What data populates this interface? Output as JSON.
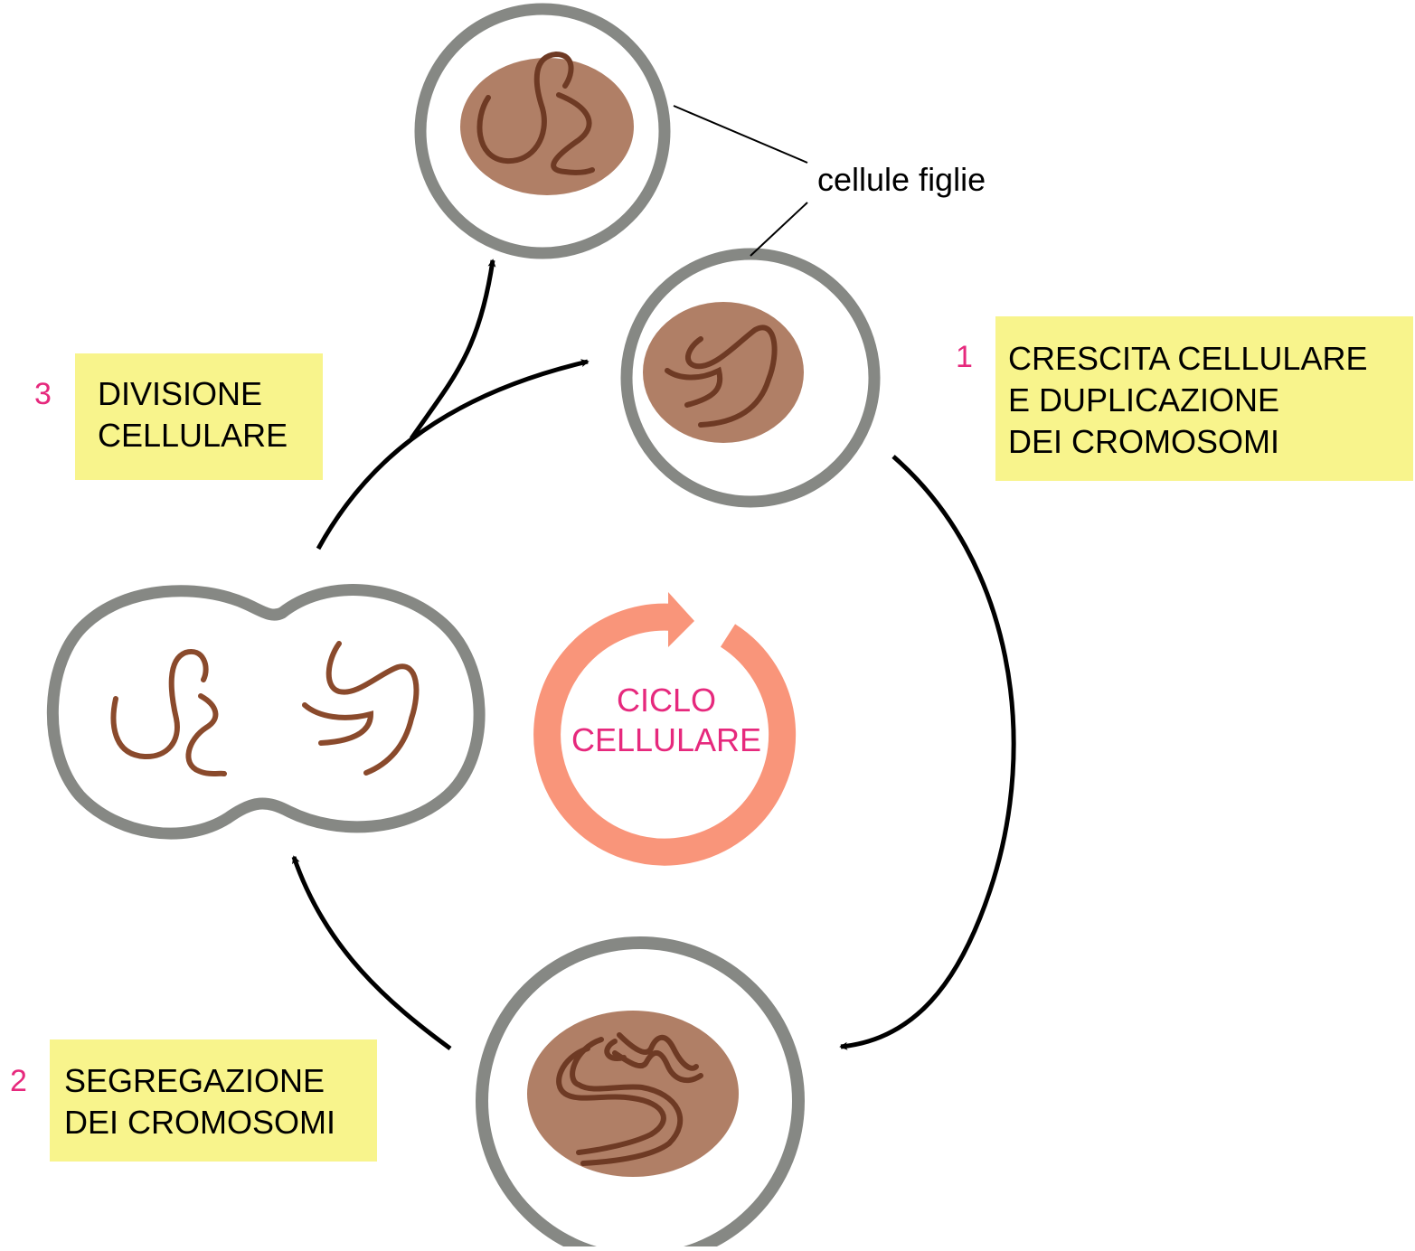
{
  "colors": {
    "membrane": "#868884",
    "nucleus": "#b07f66",
    "chromosome": "#6e3a24",
    "chromosome_free": "#8a4a2c",
    "label_box": "#f8f48c",
    "step_number": "#e6297d",
    "cycle_ring": "#f9957a",
    "cycle_text": "#e6297d",
    "arrow": "#000000"
  },
  "steps": [
    {
      "number": "1",
      "lines": [
        "CRESCITA CELLULARE",
        "E DUPLICAZIONE",
        "DEI CROMOSOMI"
      ]
    },
    {
      "number": "2",
      "lines": [
        "SEGREGAZIONE",
        "DEI CROMOSOMI"
      ]
    },
    {
      "number": "3",
      "lines": [
        "DIVISIONE",
        "CELLULARE"
      ]
    }
  ],
  "daughter_label": "cellule figlie",
  "cycle": {
    "lines": [
      "CICLO",
      "CELLULARE"
    ]
  }
}
